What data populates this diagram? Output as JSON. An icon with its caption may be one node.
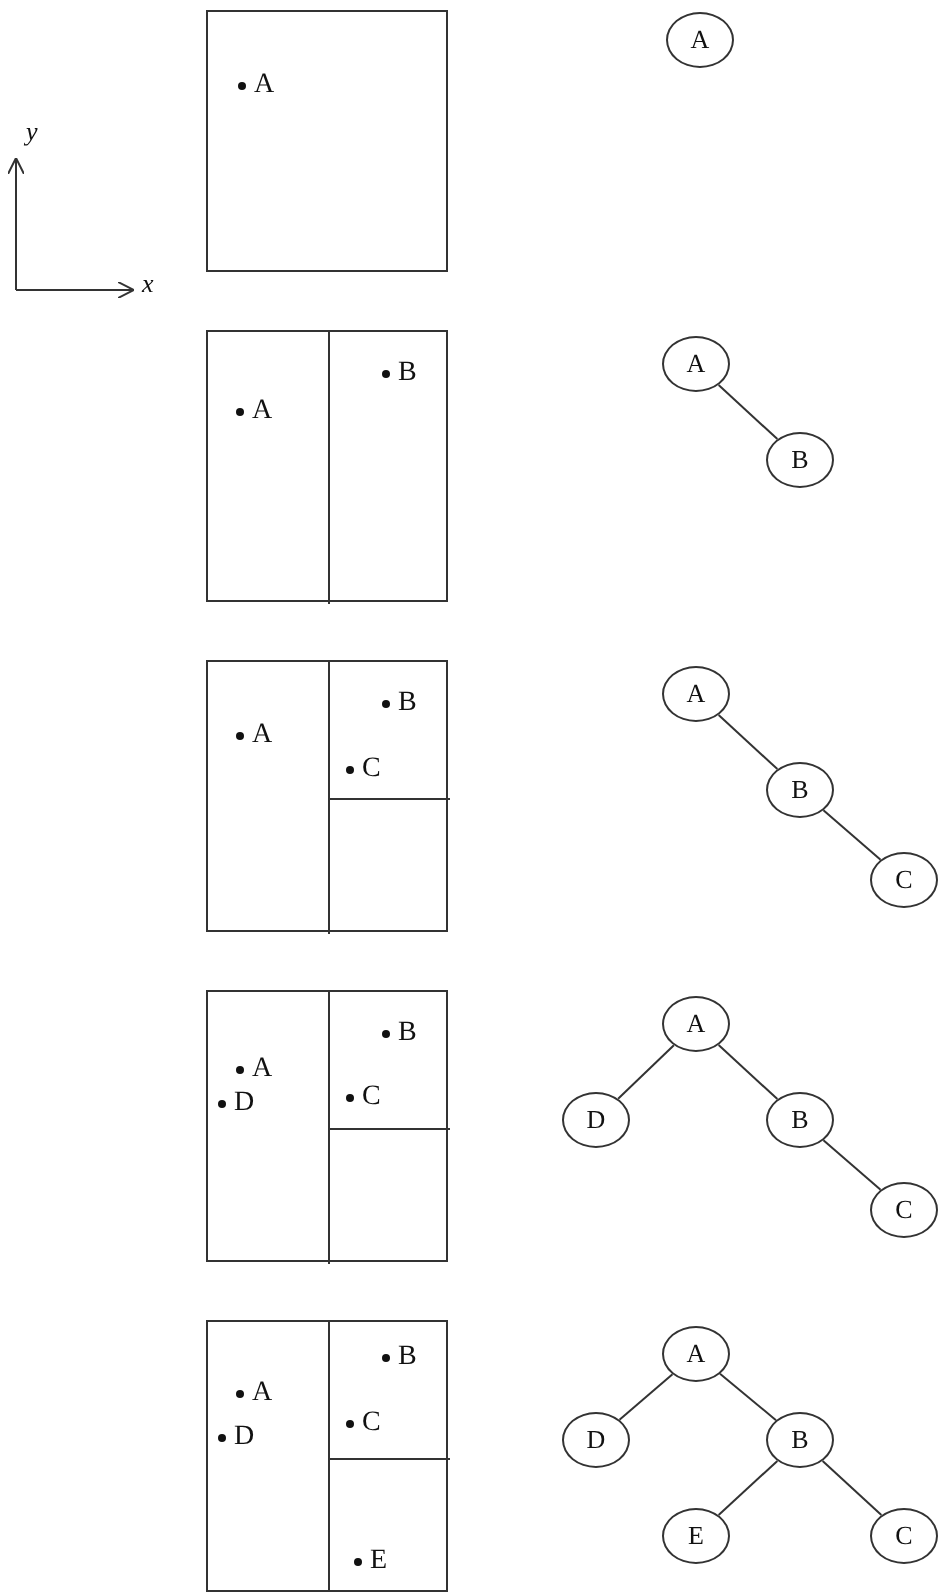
{
  "diagram": {
    "nodes": [
      {
        "text": [
          "A"
        ]
      },
      {
        "text": [
          "A"
        ]
      },
      {
        "text": [],
        "shape": "box"
      },
      {
        "text": [
          "A"
        ],
        "in": 2
      },
      {
        "text": [
          "B"
        ],
        "in": 2
      },
      {
        "text": [
          "A"
        ]
      },
      {
        "text": [
          "B"
        ]
      },
      {
        "text": [],
        "shape": "box"
      },
      {
        "text": [
          "A"
        ],
        "in": 7
      },
      {
        "text": [
          "B",
          "C"
        ],
        "in": 7
      },
      {
        "text": [],
        "shape": "box",
        "in": 7
      },
      {
        "text": [
          "A"
        ]
      },
      {
        "text": [
          "B"
        ]
      },
      {
        "text": [
          "C"
        ]
      },
      {
        "text": [],
        "shape": "box"
      },
      {
        "text": [
          "A",
          "D"
        ],
        "in": 14
      },
      {
        "text": [
          "B",
          "C"
        ],
        "in": 14
      },
      {
        "text": [],
        "shape": "box",
        "in": 14
      },
      {
        "text": [
          "A"
        ]
      },
      {
        "text": [
          "D"
        ]
      },
      {
        "text": [
          "B"
        ]
      },
      {
        "text": [
          "C"
        ]
      },
      {
        "text": [],
        "shape": "box"
      },
      {
        "text": [
          "A",
          "D"
        ],
        "in": 22
      },
      {
        "text": [
          "B",
          "C"
        ],
        "in": 22
      },
      {
        "text": [
          "E"
        ],
        "in": 22
      },
      {
        "text": [
          "A"
        ]
      },
      {
        "text": [
          "D"
        ]
      },
      {
        "text": [
          "B"
        ]
      },
      {
        "text": [
          "E"
        ]
      },
      {
        "text": [
          "C"
        ]
      }
    ],
    "edges": [
      {
        "from": 5,
        "to": 6,
        "arrow": "none"
      },
      {
        "from": 11,
        "to": 12,
        "arrow": "none"
      },
      {
        "from": 12,
        "to": 13,
        "arrow": "none"
      },
      {
        "from": 18,
        "to": 19,
        "arrow": "none"
      },
      {
        "from": 18,
        "to": 20,
        "arrow": "none"
      },
      {
        "from": 20,
        "to": 21,
        "arrow": "none"
      },
      {
        "from": 26,
        "to": 27,
        "arrow": "none"
      },
      {
        "from": 26,
        "to": 28,
        "arrow": "none"
      },
      {
        "from": 28,
        "to": 29,
        "arrow": "none"
      },
      {
        "from": 28,
        "to": 30,
        "arrow": "none"
      }
    ],
    "labels": [
      "y",
      "x"
    ]
  }
}
